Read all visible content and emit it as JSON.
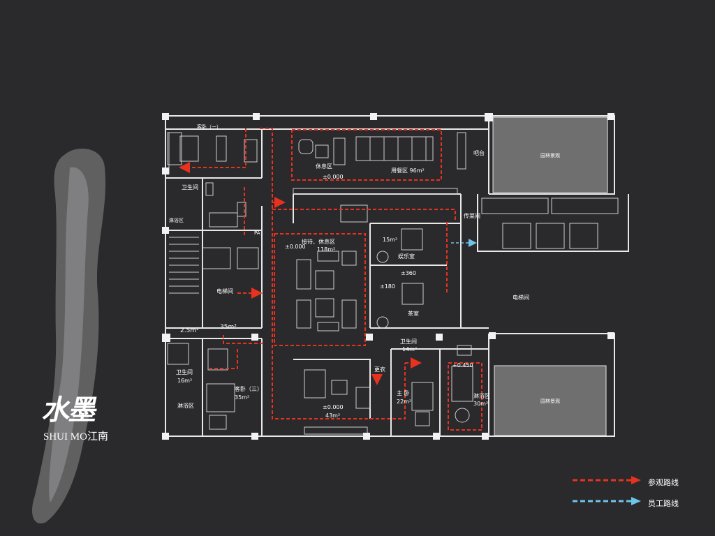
{
  "colors": {
    "background": "#2a2a2c",
    "wall": "#e8e8e8",
    "visitor_route": "#e8311f",
    "staff_route": "#6ec3e8",
    "garden_fill": "#6f6f70"
  },
  "brand": {
    "mark": "水墨",
    "name_latin": "SHUI  MO",
    "name_cn": "江南"
  },
  "legend": {
    "visitor_route": "参观路线",
    "staff_route": "员工路线"
  },
  "plan": {
    "labels": {
      "bedroom_1": "客卧（一）",
      "lounge": "休息区",
      "dining": "用餐区 96m²",
      "bar": "吧台",
      "garden_top": "园林景观",
      "garden_bottom": "园林景观",
      "bath_1": "卫生间",
      "bath_1_shower": "淋浴区",
      "reception": "接待、休息区",
      "reception_area": "118m²",
      "elev_room": "电梯间",
      "area_2_5": "2.5m²",
      "area_35": "35m²",
      "area_15": "15m²",
      "ent_room": "娱乐室",
      "tea_room": "茶室",
      "service_corr": "传菜间",
      "elev_hall": "电梯间",
      "bath_3": "卫生间",
      "bath_3_area": "16m²",
      "bath_3_shower": "淋浴区",
      "bedroom_3": "客卧（三）",
      "bedroom_3_area": "35m²",
      "study_area": "43m²",
      "bath_master": "卫生间",
      "bath_master_area": "14m²",
      "master": "主  卧",
      "master_area": "22m²",
      "dressing": "更衣",
      "master_shower": "淋浴区",
      "master_shower_area": "30m²",
      "pa": "PA",
      "lv_top": "±0.000",
      "lv_reception": "±0.000",
      "lv_360": "±360",
      "lv_180": "±180",
      "lv_450": "+0.450",
      "lv_bottom": "±0.000"
    }
  }
}
